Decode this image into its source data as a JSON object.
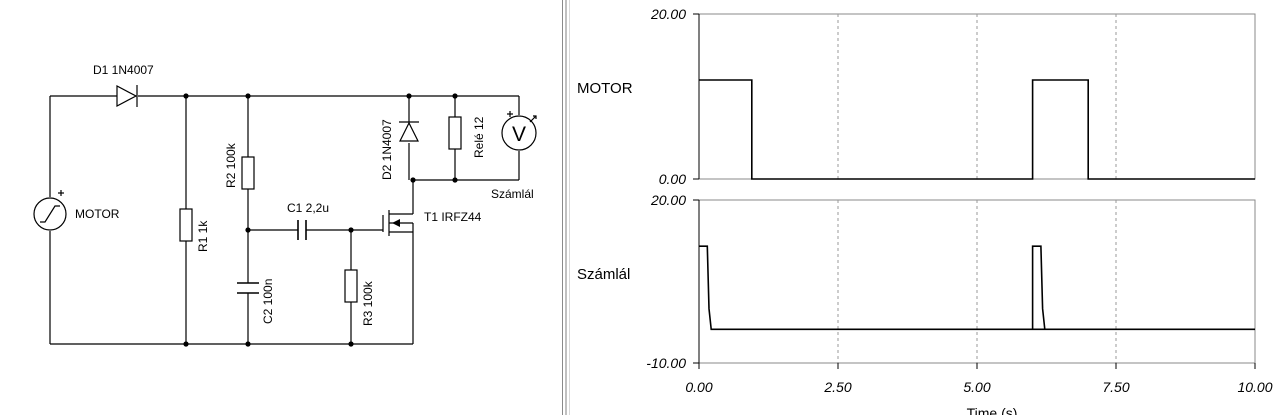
{
  "schematic": {
    "d1": "D1 1N4007",
    "motor": "MOTOR",
    "r1": "R1 1k",
    "r2": "R2 100k",
    "c1": "C1 2,2u",
    "c2": "C2 100n",
    "r3": "R3 100k",
    "t1": "T1 IRFZ44",
    "d2": "D2 1N4007",
    "rele": "Relé 12",
    "szamlal": "Számlál",
    "volt_symbol": "V"
  },
  "chart_data": [
    {
      "type": "line",
      "title": "",
      "series": [
        {
          "name": "MOTOR",
          "x": [
            0,
            0.95,
            0.95,
            6.0,
            6.0,
            7.0,
            7.0,
            10.0
          ],
          "y": [
            12,
            12,
            0,
            0,
            12,
            12,
            0,
            0
          ]
        }
      ],
      "ylim": [
        0,
        20
      ],
      "yticks": [
        "20.00",
        "0.00"
      ],
      "xlim": [
        0,
        10
      ]
    },
    {
      "type": "line",
      "title": "",
      "series": [
        {
          "name": "Számlál",
          "x": [
            0,
            0.15,
            0.18,
            0.22,
            10.0
          ],
          "y": [
            11.5,
            11.5,
            0,
            -3.8,
            -3.8
          ]
        },
        {
          "name": "Számlál",
          "x": [
            6.0,
            6.0,
            6.15,
            6.18,
            6.22
          ],
          "y": [
            -3.8,
            11.5,
            11.5,
            0,
            -3.8
          ]
        }
      ],
      "ylim": [
        -10,
        20
      ],
      "yticks": [
        "20.00",
        "-10.00"
      ],
      "xlim": [
        0,
        10
      ],
      "xticks": [
        "0.00",
        "2.50",
        "5.00",
        "7.50",
        "10.00"
      ],
      "xlabel": "Time (s)"
    }
  ]
}
